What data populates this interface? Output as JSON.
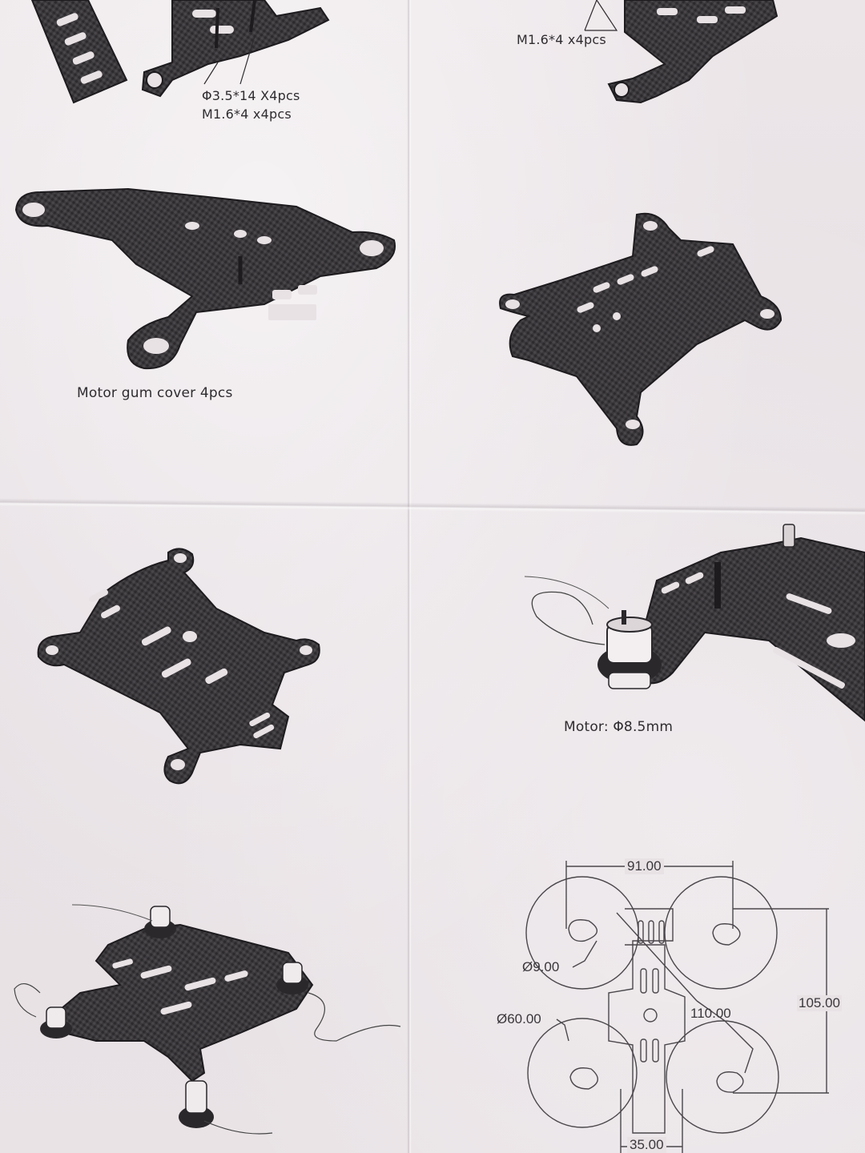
{
  "captions": {
    "screw_spec": "Φ3.5*14 X4pcs",
    "nut_spec_left": "M1.6*4 x4pcs",
    "nut_spec_right": "M1.6*4 x4pcs",
    "motor_gum_cover": "Motor gum cover 4pcs",
    "motor_size": "Motor: Φ8.5mm"
  },
  "drawing": {
    "width_label": "91.00",
    "hole_label": "Ø9.00",
    "diagonal_label": "110.00",
    "height_label": "105.00",
    "prop_label": "Ø60.00",
    "base_label": "35.00"
  }
}
